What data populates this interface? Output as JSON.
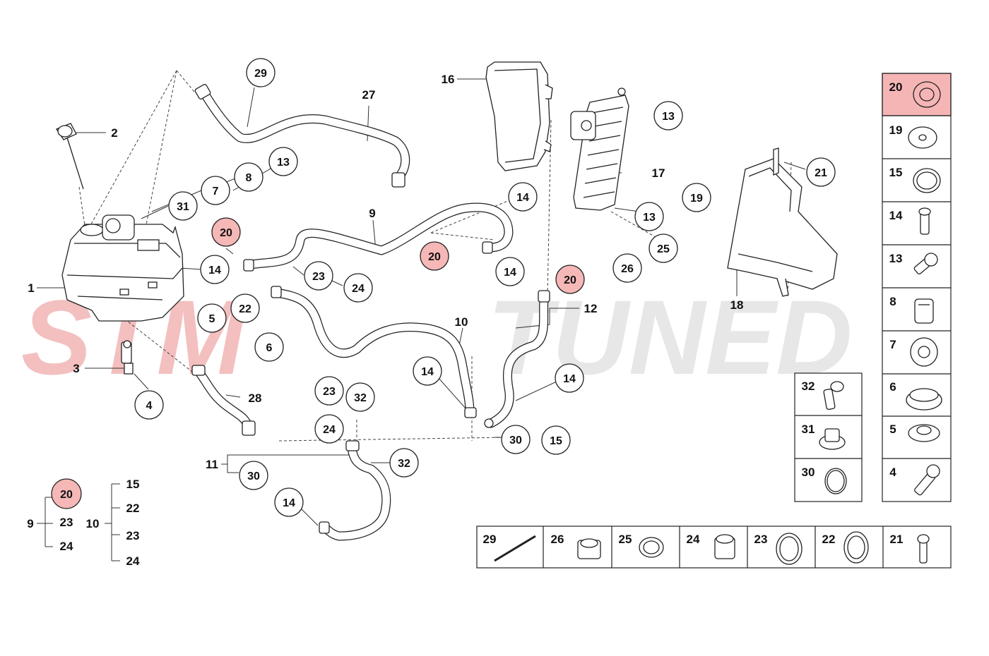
{
  "watermark": {
    "left": "STM",
    "right": "TUNED",
    "left_color": "#f2b4b4",
    "right_color": "#e5e5e5"
  },
  "colors": {
    "highlight": "#f6b7b7",
    "highlight_row": "#f6b5b5",
    "line": "#222222"
  },
  "callouts": {
    "c29": "29",
    "c27": "27",
    "c2": "2",
    "c13a": "13",
    "c8": "8",
    "c7": "7",
    "c31": "31",
    "c20a": "20",
    "c14a": "14",
    "c23a": "23",
    "c24a": "24",
    "c22": "22",
    "c5": "5",
    "c6": "6",
    "c4": "4",
    "c28": "28",
    "c3": "3",
    "c1": "1",
    "c9": "9",
    "c20b": "20",
    "c16": "16",
    "c13b": "13",
    "c17": "17",
    "c14b": "14",
    "c13c": "13",
    "c19": "19",
    "c25": "25",
    "c26": "26",
    "c14c": "14",
    "c20c": "20",
    "c12": "12",
    "c10": "10",
    "c14d": "14",
    "c14e": "14",
    "c23b": "23",
    "c32a": "32",
    "c24b": "24",
    "c30a": "30",
    "c15": "15",
    "c11": "11",
    "c30b": "30",
    "c32b": "32",
    "c14f": "14",
    "c21": "21",
    "c18": "18"
  },
  "legend_groups": {
    "group9": {
      "label": "9",
      "items": [
        "20",
        "23",
        "24"
      ]
    },
    "group10": {
      "label": "10",
      "items": [
        "15",
        "22",
        "23",
        "24"
      ]
    }
  },
  "side_table": [
    "20",
    "19",
    "15",
    "14",
    "13",
    "8",
    "7",
    "6",
    "5",
    "4"
  ],
  "mid_table": [
    "32",
    "31",
    "30"
  ],
  "bottom_table": [
    "29",
    "26",
    "25",
    "24",
    "23",
    "22",
    "21"
  ]
}
